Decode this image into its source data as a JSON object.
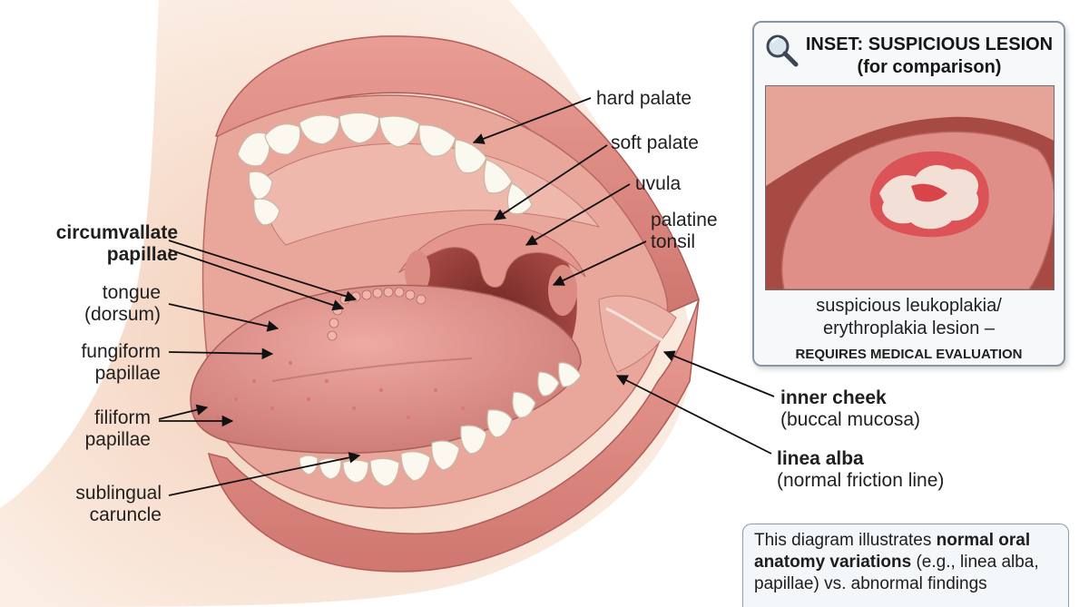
{
  "labels": {
    "hard_palate": "hard palate",
    "soft_palate": "soft palate",
    "uvula": "uvula",
    "palatine_tonsil": [
      "palatine",
      "tonsil"
    ],
    "circumvallate": [
      "circumvallate",
      "papillae"
    ],
    "tongue": [
      "tongue",
      "(dorsum)"
    ],
    "fungiform": [
      "fungiform",
      "papillae"
    ],
    "filiform": [
      "filiform",
      "papillae"
    ],
    "sublingual": [
      "sublingual",
      "caruncle"
    ],
    "inner_cheek": {
      "title": "inner cheek",
      "sub": "(buccal mucosa)"
    },
    "linea_alba": {
      "title": "linea alba",
      "sub": "(normal friction line)"
    }
  },
  "inset": {
    "title": [
      "INSET: SUSPICIOUS LESION",
      "(for comparison)"
    ],
    "caption": [
      "suspicious leukoplakia/",
      "erythroplakia lesion –"
    ],
    "warning": "REQUIRES MEDICAL EVALUATION",
    "icon": "magnifier-icon"
  },
  "note": {
    "prefix": "This diagram illustrates ",
    "emphasis": "normal oral anatomy variations",
    "suffix": " (e.g., linea alba, papillae) vs. abnormal findings"
  },
  "colors": {
    "lip": "#df8d86",
    "mucosa": "#e9a79b",
    "throat": "#8e3a36",
    "tongue": "#dc8c86",
    "teeth": "#fbf8f0",
    "skin": "#f6dccb",
    "lesion_white": "#f4efe6",
    "lesion_red": "#d9434a"
  }
}
